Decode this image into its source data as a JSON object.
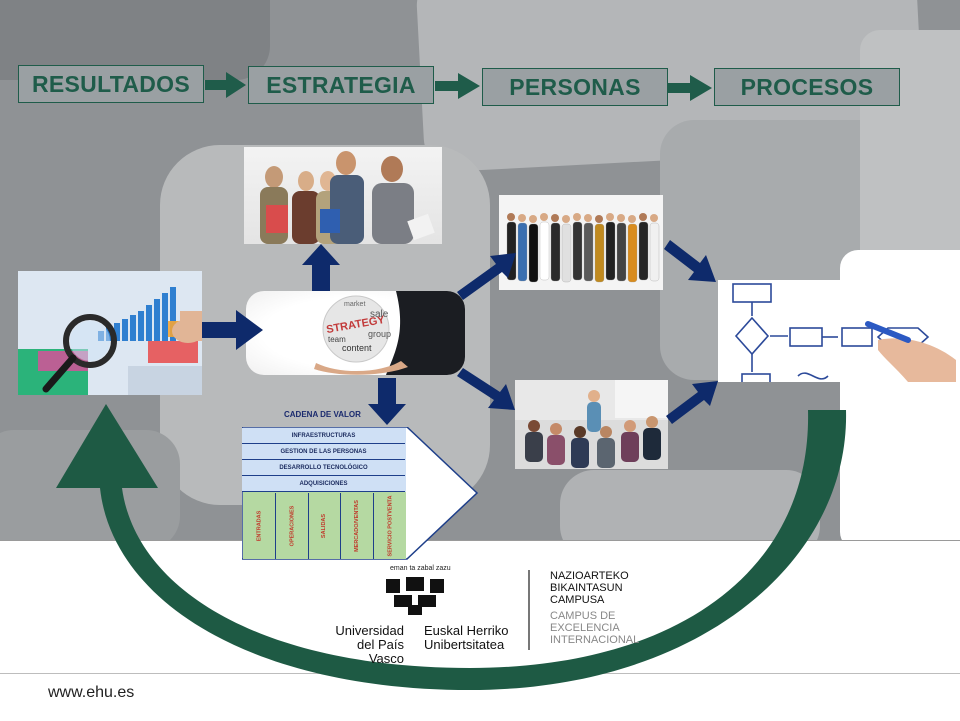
{
  "flow_steps": [
    "RESULTADOS",
    "ESTRATEGIA",
    "PERSONAS",
    "PROCESOS"
  ],
  "value_chain": {
    "title": "CADENA DE VALOR",
    "support": [
      "INFRAESTRUCTURAS",
      "GESTION DE LAS PERSONAS",
      "DESARROLLO TECNOLÓGICO",
      "ADQUISICIONES"
    ],
    "primary": [
      "ENTRADAS",
      "OPERACIONES",
      "SALIDAS",
      "MERCADO/VENTAS",
      "SERVICIO POSTVENTA"
    ]
  },
  "strategy_globe_words": [
    "STRATEGY",
    "sale",
    "team",
    "content",
    "group",
    "market"
  ],
  "university": {
    "motto": "eman ta zabal zazu",
    "name_es_1": "Universidad",
    "name_es_2": "del País Vasco",
    "name_eu_1": "Euskal Herriko",
    "name_eu_2": "Unibertsitatea"
  },
  "campus": {
    "eu_1": "NAZIOARTEKO",
    "eu_2": "BIKAINTASUN",
    "eu_3": "CAMPUSA",
    "es_1": "CAMPUS DE",
    "es_2": "EXCELENCIA",
    "es_3": "INTERNACIONAL"
  },
  "website": "www.ehu.es",
  "colors": {
    "arrow_green": "#1f5c4a",
    "arrow_navy": "#0e2a6b",
    "cycle_green": "#1e5a44",
    "background_gray": "#8f9295"
  }
}
